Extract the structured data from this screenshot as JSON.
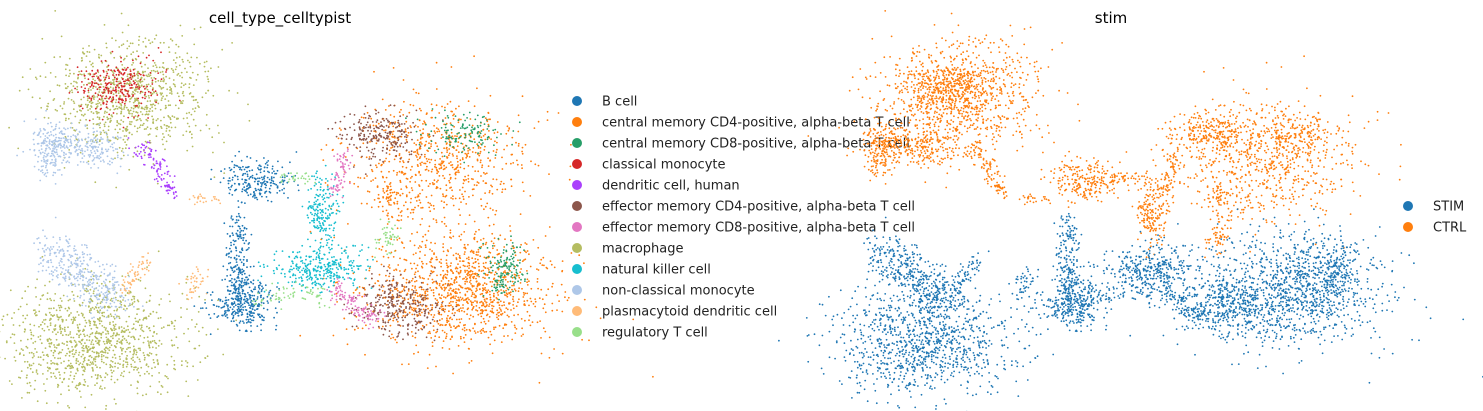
{
  "chart_data": [
    {
      "type": "scatter",
      "title": "cell_type_celltypist",
      "xlabel": "",
      "ylabel": "",
      "grid": false,
      "legend_position": "right",
      "categories": [
        {
          "name": "B cell",
          "color": "#1f77b4"
        },
        {
          "name": "central memory CD4-positive, alpha-beta T cell",
          "color": "#ff7f0e"
        },
        {
          "name": "central memory CD8-positive, alpha-beta T cell",
          "color": "#279e68"
        },
        {
          "name": "classical monocyte",
          "color": "#d62728"
        },
        {
          "name": "dendritic cell, human",
          "color": "#aa40fc"
        },
        {
          "name": "effector memory CD4-positive, alpha-beta T cell",
          "color": "#8c564b"
        },
        {
          "name": "effector memory CD8-positive, alpha-beta T cell",
          "color": "#e377c2"
        },
        {
          "name": "macrophage",
          "color": "#b5bd61"
        },
        {
          "name": "natural killer cell",
          "color": "#17becf"
        },
        {
          "name": "non-classical monocyte",
          "color": "#aec7e8"
        },
        {
          "name": "plasmacytoid dendritic cell",
          "color": "#ffbb78"
        },
        {
          "name": "regulatory T cell",
          "color": "#98df8a"
        }
      ]
    },
    {
      "type": "scatter",
      "title": "stim",
      "xlabel": "",
      "ylabel": "",
      "grid": false,
      "legend_position": "right",
      "categories": [
        {
          "name": "STIM",
          "color": "#1f77b4"
        },
        {
          "name": "CTRL",
          "color": "#ff7f0e"
        }
      ]
    }
  ]
}
